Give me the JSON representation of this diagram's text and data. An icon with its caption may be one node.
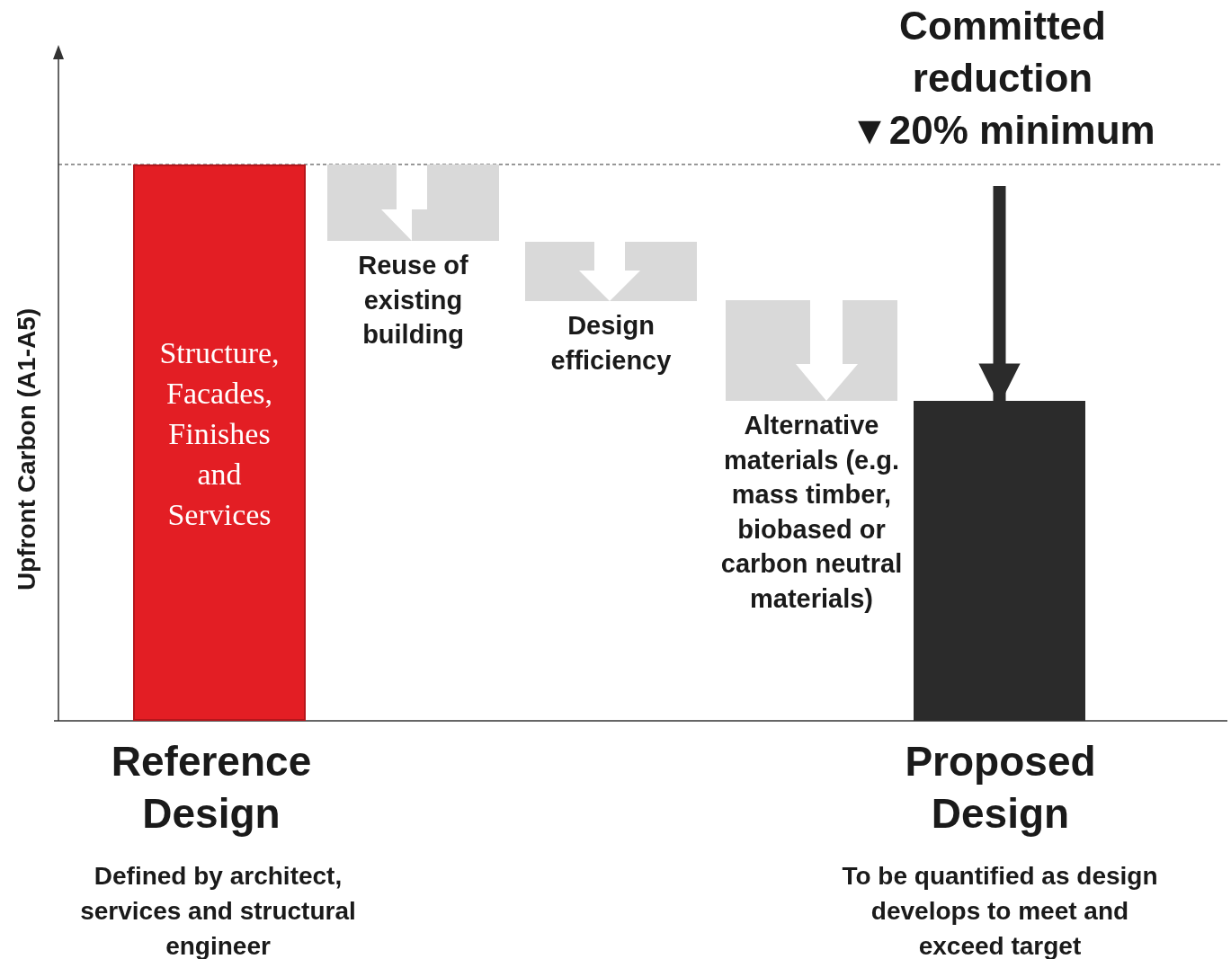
{
  "diagram": {
    "nodes": [
      {
        "text": [
          "Structure, Facades, Finishes and Services"
        ],
        "beside": [
          "Reference Design",
          "Defined by architect, services and structural engineer"
        ]
      },
      {
        "text": [
          "Reuse of existing building"
        ]
      },
      {
        "text": [
          "Design efficiency"
        ]
      },
      {
        "text": [
          "Alternative materials (e.g. mass timber, biobased or carbon neutral materials)"
        ]
      },
      {
        "text": [],
        "shape": "bar",
        "beside": [
          "Proposed Design",
          "To be quantified as design develops to meet and exceed target"
        ]
      },
      {
        "text": [
          "Committed reduction ▼20% minimum"
        ]
      }
    ],
    "edges": [
      {
        "from": 5,
        "to": 4,
        "arrow": "to"
      }
    ],
    "labels": [
      "Upfront Carbon (A1-A5)"
    ]
  }
}
